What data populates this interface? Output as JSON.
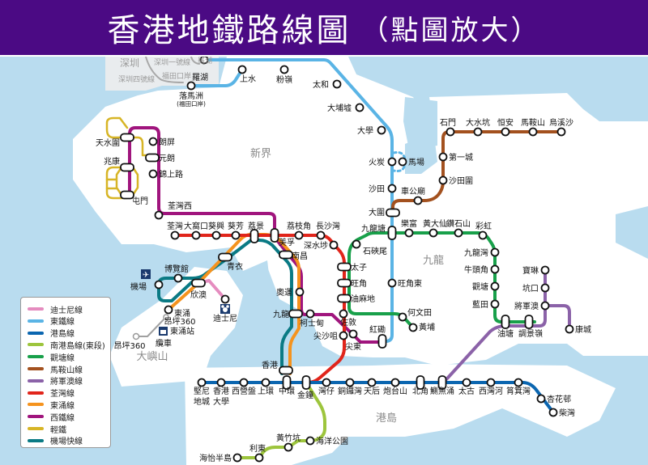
{
  "header": {
    "title": "香港地鐵路線圖",
    "suffix": "（點圖放大）"
  },
  "districts": {
    "nt": "新界",
    "kowloon": "九龍",
    "island": "港島",
    "lantau": "大嶼山"
  },
  "shenzhen": {
    "city": "深圳",
    "line1": "深圳一號線",
    "line4": "深圳四號線",
    "futian": "福田口岸",
    "lowu": "羅湖"
  },
  "legend": [
    {
      "label": "迪士尼線",
      "color": "#e58cbf"
    },
    {
      "label": "東鐵線",
      "color": "#5ab4e5"
    },
    {
      "label": "港島線",
      "color": "#0b66b0"
    },
    {
      "label": "南港島線(東段)",
      "color": "#9dc53d"
    },
    {
      "label": "觀塘線",
      "color": "#18a04a"
    },
    {
      "label": "馬鞍山線",
      "color": "#a3511f"
    },
    {
      "label": "將軍澳線",
      "color": "#8b62a8"
    },
    {
      "label": "荃灣線",
      "color": "#e1251b"
    },
    {
      "label": "東涌線",
      "color": "#f5931e"
    },
    {
      "label": "西鐵線",
      "color": "#a0157d"
    },
    {
      "label": "輕鐵",
      "color": "#d7b526"
    },
    {
      "label": "機場快線",
      "color": "#0a7a84"
    }
  ],
  "ngong_ping_color": "#a0a0a0",
  "stations": {
    "lowu": "羅湖",
    "sheungshui": "上水",
    "fanling": "粉嶺",
    "taiwo": "太和",
    "taipo": "大埔墟",
    "university": "大學",
    "fotan": "火炭",
    "racecourse": "馬場",
    "shatin": "沙田",
    "taiwai": "大圍",
    "kowloontong": "九龍塘",
    "mongkokeast": "旺角東",
    "hunghom": "紅磡",
    "lokmachau": "落馬洲",
    "lokmachau_sub": "(福田口岸)",
    "tuenmun": "屯門",
    "siuhong": "兆康",
    "tinshuiwai": "天水圍",
    "longping": "朗屏",
    "yuenlong": "元朗",
    "kamsheungroad": "錦上路",
    "tsuenwanwest": "荃灣西",
    "meifoo": "美孚",
    "namcheong": "南昌",
    "austin": "柯士甸",
    "easttsimshatsui": "尖東",
    "tsuenwan": "荃灣",
    "taiwohau": "大窩口",
    "kwaihing": "葵興",
    "kwaifong": "葵芳",
    "laiking": "荔景",
    "laichikok": "荔枝角",
    "cheungshawan": "長沙灣",
    "shamshuipo": "深水埗",
    "princeedward": "太子",
    "mongkok": "旺角",
    "yaumatei": "油麻地",
    "jordan": "佐敦",
    "tsimshatsui": "尖沙咀",
    "hongkong": "香港",
    "kowloon": "九龍",
    "olympic": "奧運",
    "tsingyi": "青衣",
    "sunnybay": "欣澳",
    "tungchung": "東涌",
    "asiaworldexpo": "博覽館",
    "airport": "機場",
    "disneyland": "迪士尼",
    "homantin": "何文田",
    "whampoa": "黃埔",
    "shekkipmei": "石硤尾",
    "lokfu": "樂富",
    "wongtaisin": "黃大仙",
    "diamondhill": "鑽石山",
    "choihung": "彩虹",
    "kowloonbay": "九龍灣",
    "ngautaukok": "牛頭角",
    "kwuntong": "觀塘",
    "lamtin": "藍田",
    "yautong": "油塘",
    "tiukengleng": "調景嶺",
    "polam": "寶琳",
    "hanghau": "坑口",
    "tseungkwano": "將軍澳",
    "lohaspark": "康城",
    "kennedytown": "堅尼地城",
    "hku": "香港大學",
    "saiyingpun": "西營盤",
    "sheungwan": "上環",
    "central": "中環",
    "admiralty": "金鐘",
    "wanchai": "灣仔",
    "causewaybay": "銅鑼灣",
    "tinhau": "天后",
    "fortresshill": "炮台山",
    "northpoint": "北角",
    "quarrybay": "鰂魚涌",
    "taikoo": "太古",
    "saiwanho": "西灣河",
    "shaukeiwan": "筲箕灣",
    "hengfachuen": "杏花邨",
    "chaiwan": "柴灣",
    "oceanpark": "海洋公園",
    "wongchukhang": "黃竹坑",
    "leitung": "利東",
    "southhorizons": "海怡半島",
    "chekungtemple": "車公廟",
    "shatinwai": "沙田圍",
    "citywon": "第一城",
    "shekmun": "石門",
    "taishuihang": "大水坑",
    "hengon": "恒安",
    "maonshan": "馬鞍山",
    "wukaisha": "烏溪沙",
    "np_tungchung": "昂坪360",
    "np_station": "東涌站",
    "np_cablecar": "纜車",
    "np_ngongping": "昂坪360"
  }
}
